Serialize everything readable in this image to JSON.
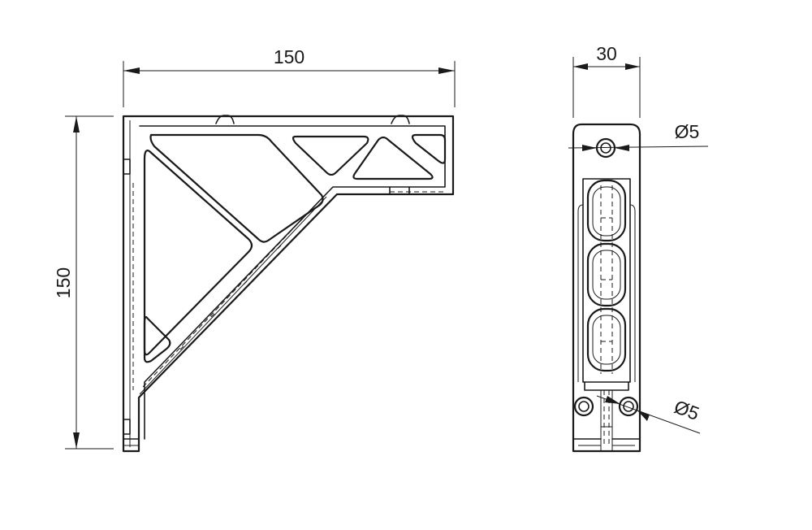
{
  "dimensions": {
    "top_width": "150",
    "left_height": "150",
    "side_width": "30",
    "top_hole": "Ø5",
    "bottom_hole": "Ø5"
  },
  "colors": {
    "line": "#1a1a1a",
    "background": "#ffffff"
  }
}
